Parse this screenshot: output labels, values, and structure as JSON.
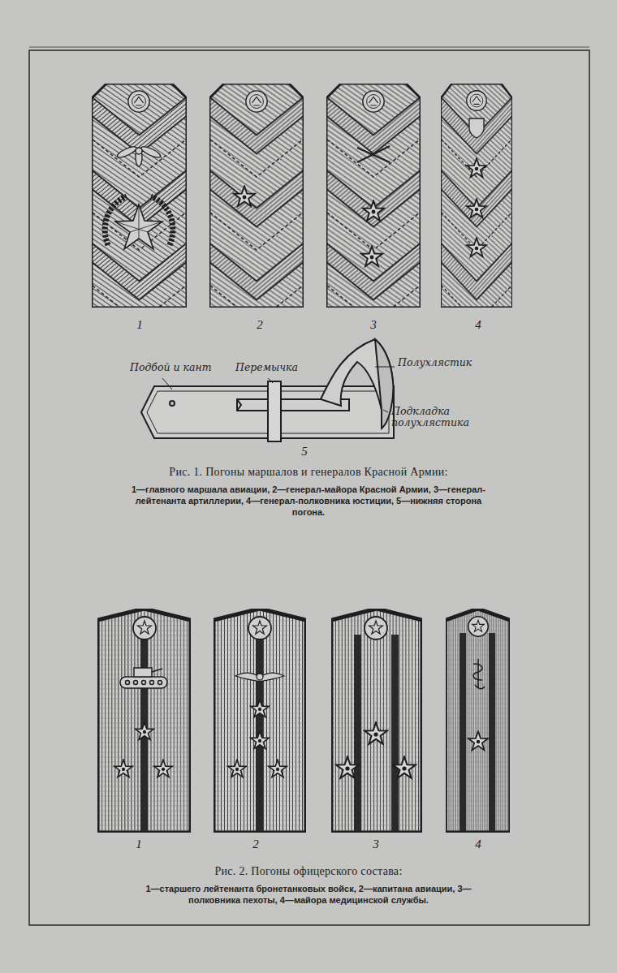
{
  "diagram": {
    "labels": [
      "1",
      "2",
      "3",
      "4",
      "Подбой и кант",
      "Перемычка",
      "Полухлястик",
      "Подкладка полухлястика",
      "5",
      "Рис. 1. Погоны маршалов и генералов Красной Армии:",
      "1—главного маршала авиации, 2—генерал-майора Красной Армии, 3—генерал-лейтенанта артиллерии, 4—генерал-полковника юстиции, 5—нижняя сторона погона.",
      "1",
      "2",
      "3",
      "4",
      "Рис. 2. Погоны офицерского состава:",
      "1—старшего лейтенанта бронетанковых войск, 2—капитана авиации, 3—полковника пехоты, 4—майора медицинской службы."
    ]
  }
}
